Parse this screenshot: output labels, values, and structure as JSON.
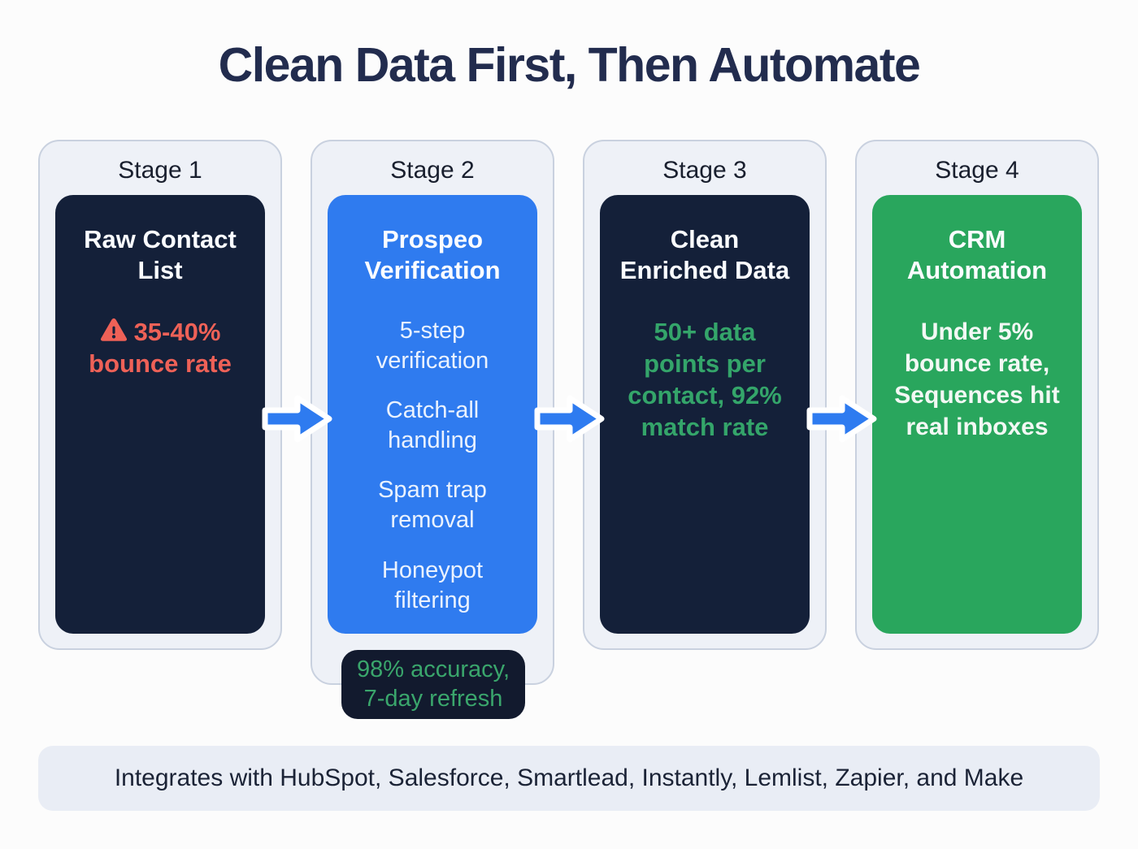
{
  "title": "Clean Data First, Then Automate",
  "stages": [
    {
      "label": "Stage 1",
      "heading": "Raw Contact List",
      "alert": "35-40% bounce rate"
    },
    {
      "label": "Stage 2",
      "heading": "Prospeo Verification",
      "items": [
        "5-step verification",
        "Catch-all handling",
        "Spam trap removal",
        "Honeypot filtering"
      ]
    },
    {
      "label": "Stage 3",
      "heading": "Clean Enriched Data",
      "metric": "50+ data points per contact, 92% match rate"
    },
    {
      "label": "Stage 4",
      "heading": "CRM Automation",
      "note": "Under 5% bounce rate, Sequences hit real inboxes"
    }
  ],
  "badge": "98% accuracy, 7-day refresh",
  "footer": "Integrates with HubSpot, Salesforce, Smartlead, Instantly, Lemlist, Zapier, and Make",
  "colors": {
    "title_navy": "#222c4e",
    "card_dark_navy": "#142039",
    "card_blue": "#2f7bef",
    "card_green": "#29a65d",
    "alert_salmon": "#ee6157",
    "metric_green": "#34a56a",
    "badge_bg": "#121a2e",
    "badge_text": "#3aa66c",
    "outer_card_bg": "#eef1f7",
    "outer_card_border": "#c9d1df",
    "arrow_blue": "#2e7bf0",
    "footer_bg": "#e9edf5"
  }
}
